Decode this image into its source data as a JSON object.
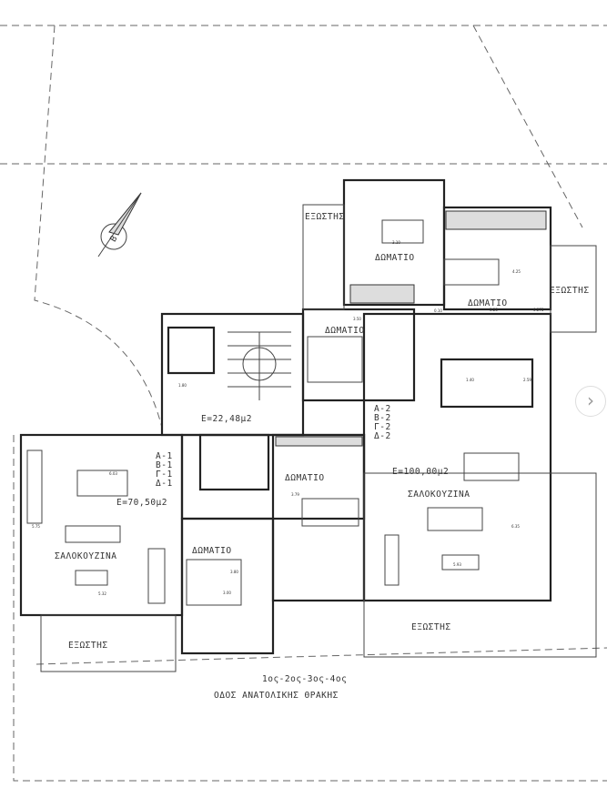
{
  "plan": {
    "floors_label": "1ος-2ος-3ος-4ος",
    "street_label": "ΟΔΟΣ ΑΝΑΤΟΛΙΚΗΣ ΘΡΑΚΗΣ",
    "compass_letter": "B",
    "rooms": {
      "bedroom_label": "ΔΩΜΑΤΙΟ",
      "living_kitchen_label": "ΣΑΛΟΚΟΥΖΙΝΑ",
      "balcony_label": "ΕΞΩΣΤΗΣ"
    },
    "areas": {
      "stair": "Ε=22,48μ2",
      "left_apartment": "Ε=70,50μ2",
      "right_apartment": "Ε=100,00μ2"
    },
    "apartment_codes_1": [
      "Α-1",
      "Β-1",
      "Γ-1",
      "Δ-1"
    ],
    "apartment_codes_2": [
      "Α-2",
      "Β-2",
      "Γ-2",
      "Δ-2"
    ],
    "dimensions": [
      "6.03",
      "5.32",
      "3.00",
      "3.80",
      "3.50",
      "3.10",
      "3.25",
      "4.25",
      "3.79",
      "5.93",
      "6.35",
      "0.275",
      "2.59",
      "1.40",
      "5.75",
      "1.80",
      "0.10"
    ]
  },
  "carousel": {
    "next_label": "›"
  }
}
